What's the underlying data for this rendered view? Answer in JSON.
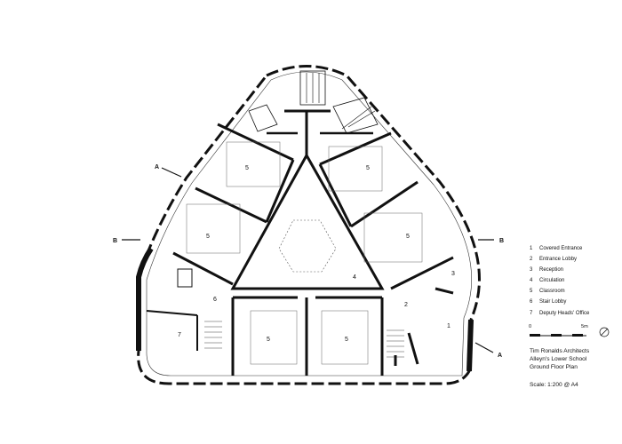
{
  "legend": [
    {
      "num": "1",
      "label": "Covered Entrance"
    },
    {
      "num": "2",
      "label": "Entrance Lobby"
    },
    {
      "num": "3",
      "label": "Reception"
    },
    {
      "num": "4",
      "label": "Circulation"
    },
    {
      "num": "5",
      "label": "Classroom"
    },
    {
      "num": "6",
      "label": "Stair Lobby"
    },
    {
      "num": "7",
      "label": "Deputy Heads' Office"
    }
  ],
  "title_block": {
    "line1": "Tim Ronalds Architects",
    "line2": "Alleyn's Lower School",
    "line3": "Ground Floor Plan"
  },
  "scale": {
    "text": "Scale: 1:200 @ A4",
    "start": "0",
    "end": "5m"
  },
  "section_marks": {
    "a": "A",
    "b": "B"
  },
  "room_numbers": {
    "covered_entrance": "1",
    "entrance_lobby": "2",
    "reception": "3",
    "circulation": "4",
    "classroom": "5",
    "stair_lobby": "6",
    "office": "7"
  }
}
